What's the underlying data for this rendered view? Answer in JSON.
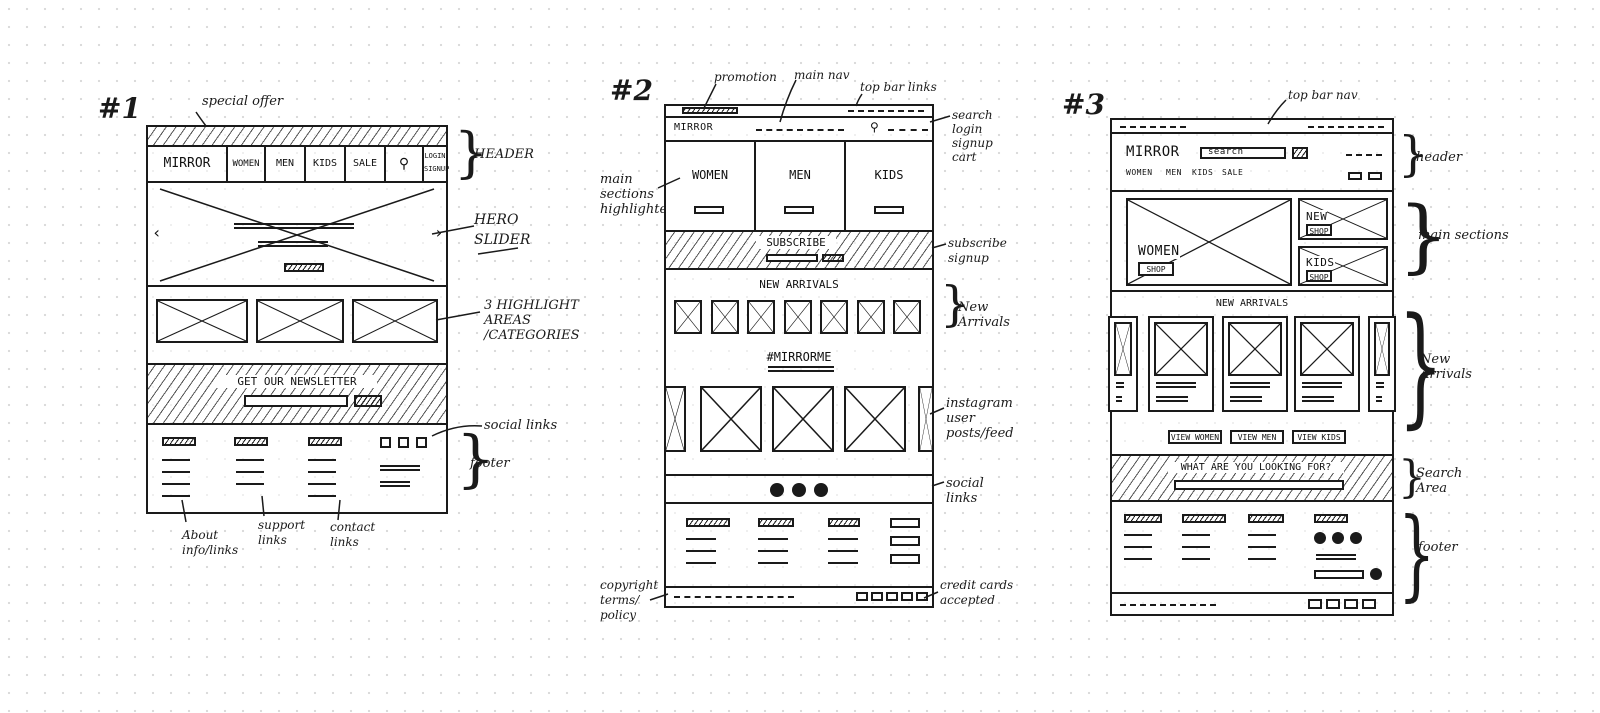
{
  "wireframe1": {
    "number": "#1",
    "brand": "MIRROR",
    "nav": [
      "WOMEN",
      "MEN",
      "KIDS",
      "SALE"
    ],
    "login": "LOGIN",
    "signup": "SIGNUP",
    "newsletter": "GET OUR NEWSLETTER",
    "notes": {
      "special_offer": "special offer",
      "header": "HEADER",
      "hero_slider": "HERO\nSLIDER",
      "highlight": "3 HIGHLIGHT\nAREAS\n/CATEGORIES",
      "social_links": "social links",
      "footer": "footer",
      "about": "About\ninfo/links",
      "support": "support\nlinks",
      "contact": "contact\nlinks"
    }
  },
  "wireframe2": {
    "number": "#2",
    "brand": "MIRROR",
    "sections": [
      "WOMEN",
      "MEN",
      "KIDS"
    ],
    "subscribe": "SUBSCRIBE",
    "new_arrivals": "NEW ARRIVALS",
    "hashtag": "#MIRRORME",
    "notes": {
      "promotion": "promotion",
      "main_nav": "main nav",
      "top_bar_links": "top bar links",
      "search": "search\nlogin\nsignup\ncart",
      "main_sections": "main\nsections\nhighlighted",
      "subscribe_signup": "subscribe\nsignup",
      "new_arrivals": "New\nArrivals",
      "instagram": "instagram\nuser\nposts/feed",
      "social_links": "social\nlinks",
      "copyright": "copyright\nterms/\npolicy",
      "credit_cards": "credit cards\naccepted"
    }
  },
  "wireframe3": {
    "number": "#3",
    "brand": "MIRROR",
    "search_placeholder": "search",
    "nav": [
      "WOMEN",
      "MEN",
      "KIDS",
      "SALE"
    ],
    "women": "WOMEN",
    "new": "NEW",
    "kids": "KIDS",
    "shop": "SHOP",
    "new_arrivals": "NEW ARRIVALS",
    "view_buttons": [
      "VIEW WOMEN",
      "VIEW MEN",
      "VIEW KIDS"
    ],
    "search_heading": "WHAT ARE YOU LOOKING FOR?",
    "notes": {
      "top_bar_nav": "top bar nav",
      "header": "header",
      "main_sections": "main sections",
      "new_arrivals": "New\nArrivals",
      "search_area": "Search\nArea",
      "footer": "footer"
    }
  }
}
